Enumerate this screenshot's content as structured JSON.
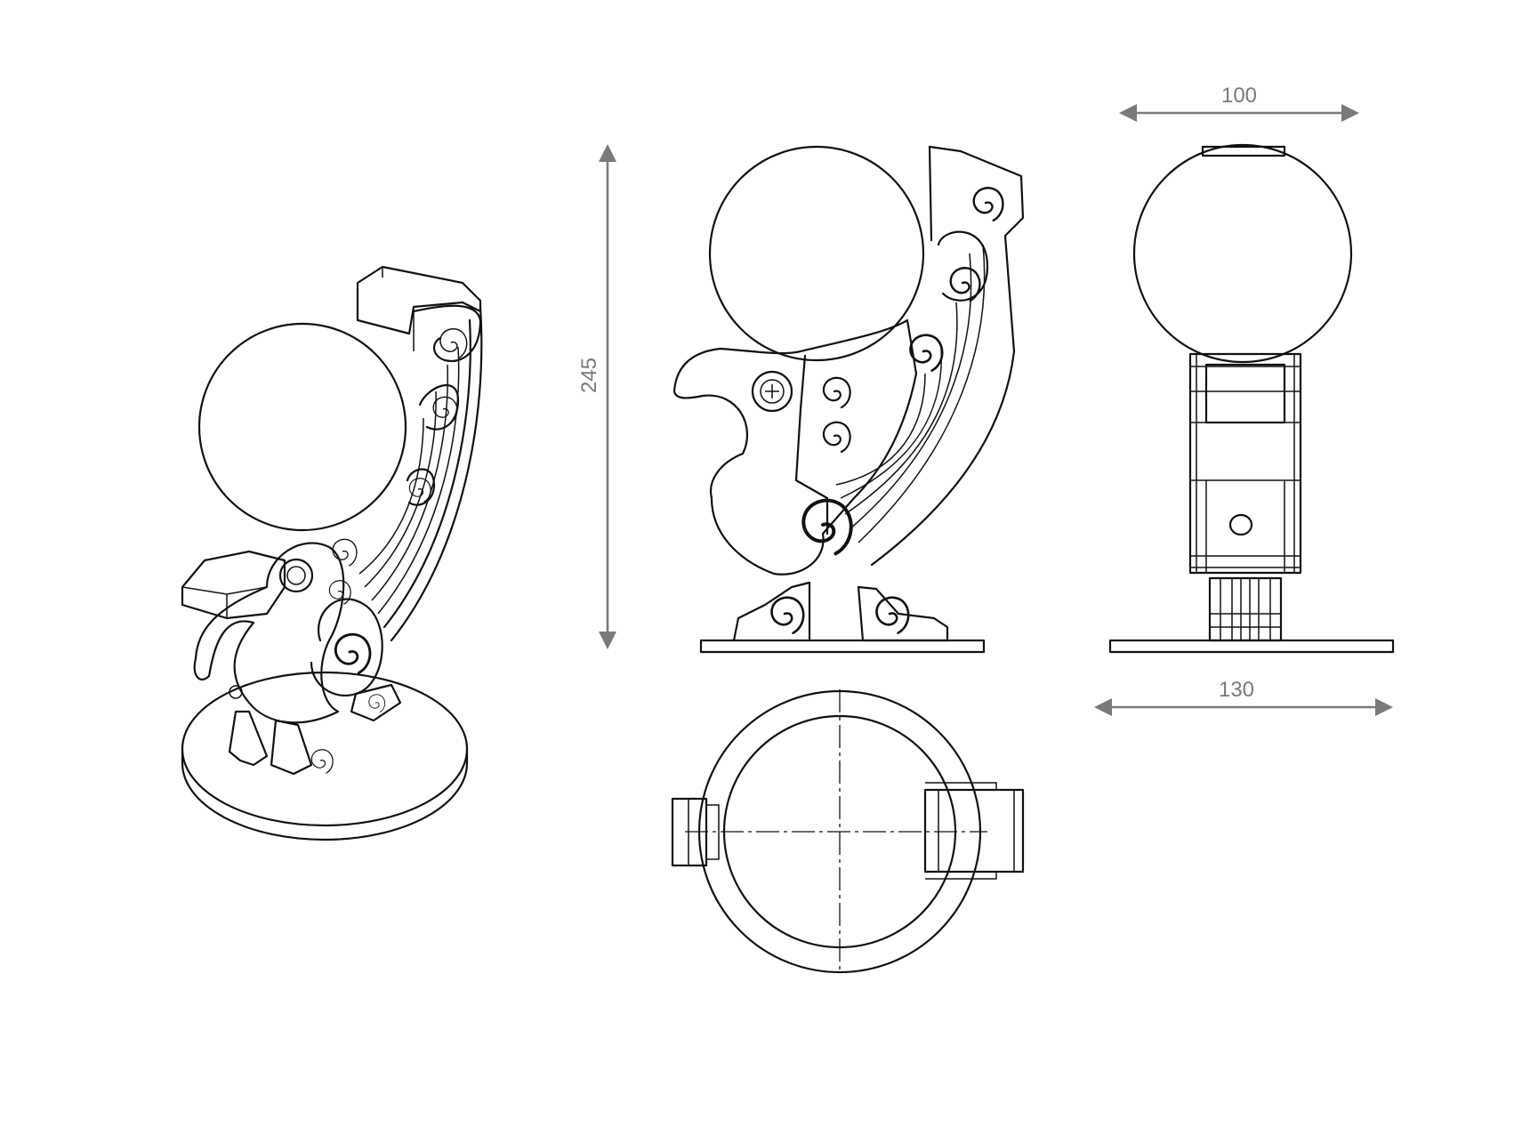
{
  "dimensions": {
    "height": "245",
    "top_width": "100",
    "base_width": "130"
  },
  "colors": {
    "outline": "#111111",
    "dimension": "#7a7a7a",
    "background": "#ffffff"
  }
}
